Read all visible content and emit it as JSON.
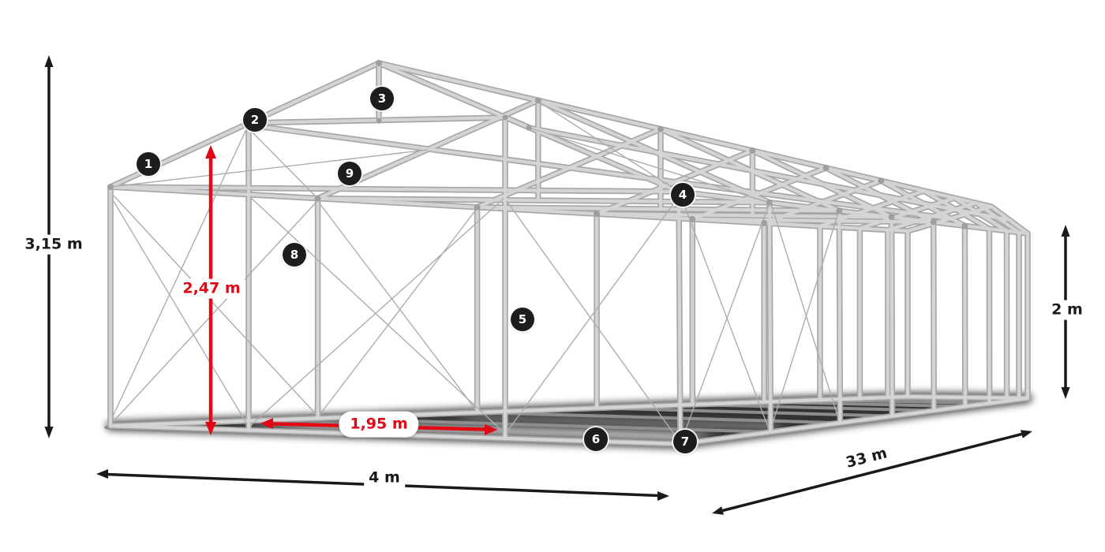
{
  "diagram": {
    "type": "tent-frame-construction",
    "badges": [
      "1",
      "2",
      "3",
      "4",
      "5",
      "6",
      "7",
      "8",
      "9"
    ],
    "dimensions": {
      "total_height": "3,15 m",
      "ridge_clearance": "2,47 m",
      "entrance_width": "1,95 m",
      "width": "4 m",
      "length": "33 m",
      "side_height": "2 m"
    },
    "colors": {
      "frame_light": "#d4d4d4",
      "frame_mid": "#a6a6a6",
      "badge_bg": "#1d1d1b",
      "badge_text": "#ffffff",
      "dimension_red": "#e30613",
      "dimension_black": "#1a1a1a",
      "background": "#ffffff"
    }
  }
}
